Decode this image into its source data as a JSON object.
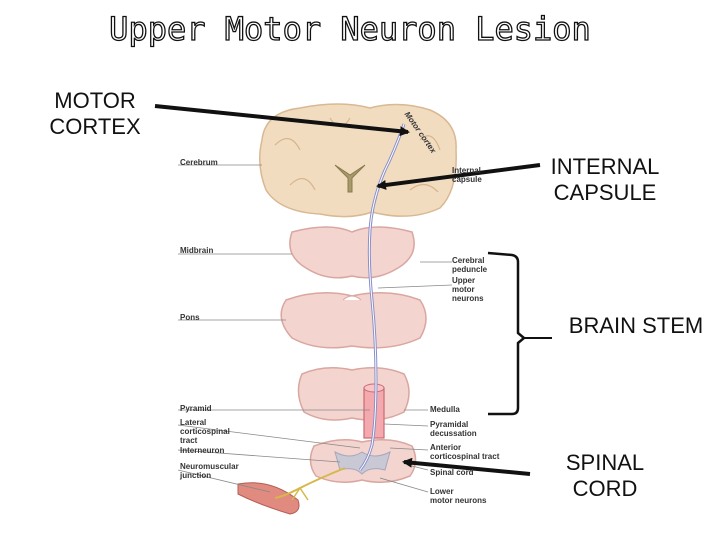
{
  "title": "Upper Motor Neuron Lesion",
  "callouts": {
    "motor_cortex": [
      "MOTOR",
      "CORTEX"
    ],
    "internal_capsule": [
      "INTERNAL",
      "CAPSULE"
    ],
    "brain_stem": "BRAIN STEM",
    "spinal_cord": [
      "SPINAL",
      "CORD"
    ]
  },
  "figure_labels": {
    "motor_cortex": "Motor cortex",
    "internal_capsule": [
      "Internal",
      "capsule"
    ],
    "cerebrum": "Cerebrum",
    "midbrain": "Midbrain",
    "cerebral_peduncle": [
      "Cerebral",
      "peduncle"
    ],
    "upper_motor_neurons": [
      "Upper",
      "motor",
      "neurons"
    ],
    "pons": "Pons",
    "pyramid": "Pyramid",
    "lateral_corticospinal_tract": [
      "Lateral",
      "corticospinal",
      "tract"
    ],
    "interneuron": "Interneuron",
    "neuromuscular_junction": [
      "Neuromuscular",
      "junction"
    ],
    "medulla": "Medulla",
    "pyramidal_decussation": [
      "Pyramidal",
      "decussation"
    ],
    "anterior_corticospinal_tract": [
      "Anterior",
      "corticospinal tract"
    ],
    "spinal_cord": "Spinal cord",
    "lower_motor_neurons": [
      "Lower",
      "motor neurons"
    ]
  },
  "colors": {
    "tissue": "#f4d4cf",
    "tissue_edge": "#d9a6a0",
    "cortex": "#f1dcc0",
    "tract": "#8a8fc9",
    "arrow": "#111111"
  }
}
